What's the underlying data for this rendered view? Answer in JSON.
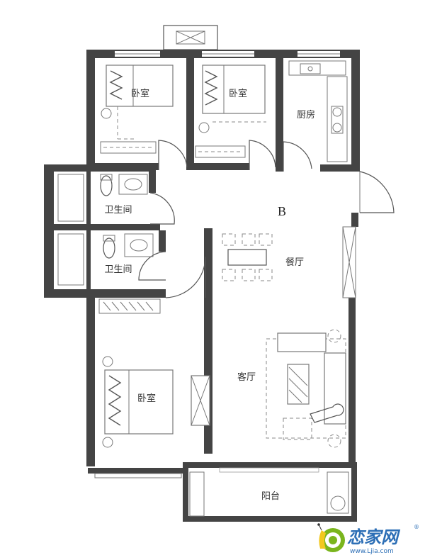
{
  "plan": {
    "unit_label": "B",
    "rooms": {
      "bedroom_top_left": "卧室",
      "bedroom_top_middle": "卧室",
      "kitchen": "厨房",
      "bathroom_upper": "卫生间",
      "bathroom_lower": "卫生间",
      "dining": "餐厅",
      "living": "客厅",
      "bedroom_bottom": "卧室",
      "balcony": "阳台"
    }
  },
  "logo": {
    "name": "恋家网",
    "url": "www.Ljia.com",
    "registered_mark": "®",
    "colors": {
      "primary": "#2d6fb6",
      "snail_green": "#7ab51d",
      "snail_yellow": "#f2c81f"
    }
  }
}
